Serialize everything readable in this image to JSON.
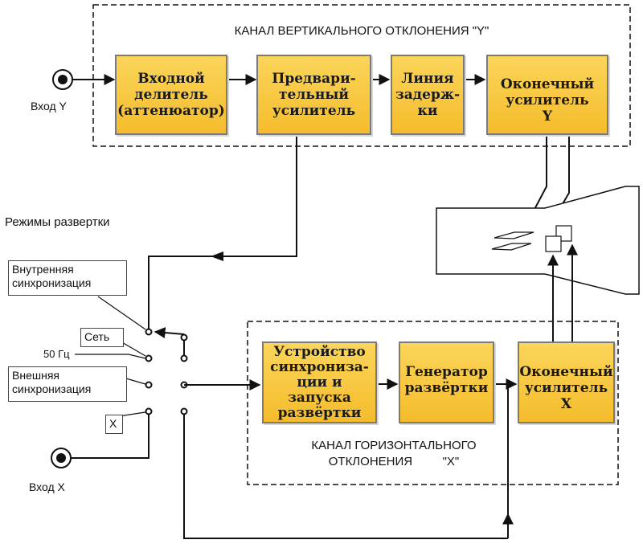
{
  "channel_y": {
    "title": "КАНАЛ ВЕРТИКАЛЬНОГО ОТКЛОНЕНИЯ \"Y\"",
    "input_divider": "Входной\nделитель\n(аттенюатор)",
    "preamp": "Предвари-\nтельный\nусилитель",
    "delay_line": "Линия\nзадерж-\nки",
    "final_amp": "Оконечный\nусилитель\nY"
  },
  "channel_x": {
    "title_line1": "КАНАЛ ГОРИЗОНТАЛЬНОГО",
    "title_line2": "ОТКЛОНЕНИЯ         \"X\"",
    "sync_device": "Устройство\nсинхрониза-\nции и запуска\nразвёртки",
    "sweep_generator": "Генератор\nразвёртки",
    "final_amp": "Оконечный\nусилитель\nX"
  },
  "inputs": {
    "input_y": "Вход Y",
    "input_x": "Вход X"
  },
  "sweep_modes": {
    "title": "Режимы развертки",
    "internal_sync": "Внутренняя\nсинхронизация",
    "mains": "Сеть",
    "mains_freq": "50 Гц",
    "external_sync": "Внешняя\nсинхронизация",
    "x_mode": "X"
  },
  "colors": {
    "block_fill": "#f5bc2c",
    "block_border": "#7a7a7a",
    "line": "#111111"
  }
}
